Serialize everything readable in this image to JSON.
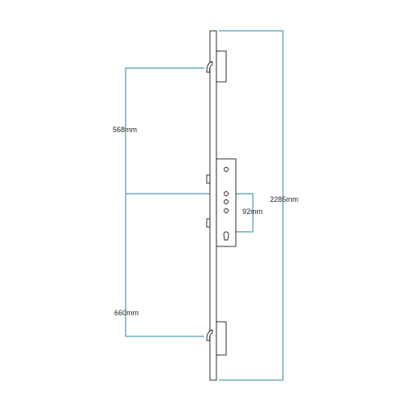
{
  "dimensions": {
    "total_length": "2285mm",
    "top_hook_to_center": "568mm",
    "center_to_bottom_hook": "660mm",
    "backset_centers": "92mm"
  },
  "colors": {
    "dimension_line": "#4a9bb8",
    "outline": "#1a1a1a"
  }
}
